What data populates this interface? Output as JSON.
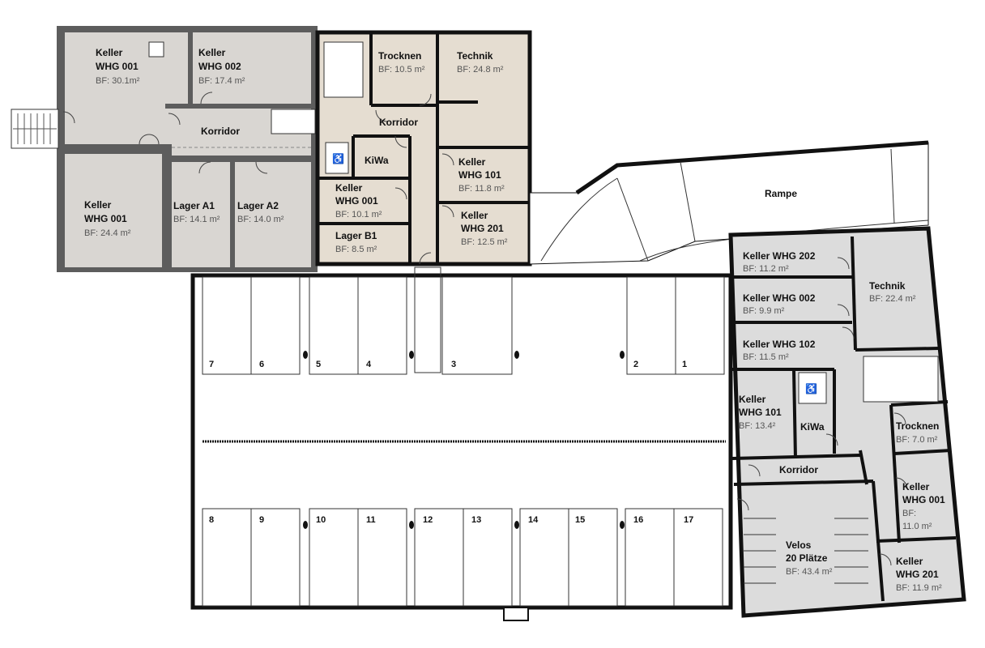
{
  "rooms": {
    "keller001_top": {
      "l1": "Keller",
      "l2": "WHG 001",
      "area": "BF: 30.1m²"
    },
    "keller002": {
      "l1": "Keller",
      "l2": "WHG 002",
      "area": "BF: 17.4 m²"
    },
    "korridor_left": {
      "l1": "Korridor"
    },
    "keller001_bottom": {
      "l1": "Keller",
      "l2": "WHG 001",
      "area": "BF: 24.4 m²"
    },
    "lager_a1": {
      "l1": "Lager A1",
      "area": "BF: 14.1 m²"
    },
    "lager_a2": {
      "l1": "Lager A2",
      "area": "BF: 14.0 m²"
    },
    "trocknen_mid": {
      "l1": "Trocknen",
      "area": "BF: 10.5 m²"
    },
    "technik_mid": {
      "l1": "Technik",
      "area": "BF: 24.8 m²"
    },
    "korridor_mid": {
      "l1": "Korridor"
    },
    "kiwa_mid": {
      "l1": "KiWa"
    },
    "keller101_mid": {
      "l1": "Keller",
      "l2": "WHG 101",
      "area": "BF: 11.8 m²"
    },
    "keller001_mid": {
      "l1": "Keller",
      "l2": "WHG 001",
      "area": "BF: 10.1 m²"
    },
    "lager_b1": {
      "l1": "Lager B1",
      "area": "BF: 8.5 m²"
    },
    "keller201_mid": {
      "l1": "Keller",
      "l2": "WHG 201",
      "area": "BF: 12.5 m²"
    },
    "rampe": {
      "l1": "Rampe"
    },
    "keller202_r": {
      "l1": "Keller WHG 202",
      "area": "BF: 11.2 m²"
    },
    "keller002_r": {
      "l1": "Keller WHG 002",
      "area": "BF: 9.9 m²"
    },
    "keller102_r": {
      "l1": "Keller WHG 102",
      "area": "BF: 11.5 m²"
    },
    "technik_r": {
      "l1": "Technik",
      "area": "BF: 22.4 m²"
    },
    "keller101_r": {
      "l1": "Keller",
      "l2": "WHG 101",
      "area": "BF: 13.4²"
    },
    "kiwa_r": {
      "l1": "KiWa"
    },
    "trocknen_r": {
      "l1": "Trocknen",
      "area": "BF: 7.0 m²"
    },
    "korridor_r": {
      "l1": "Korridor"
    },
    "keller001_r": {
      "l1": "Keller",
      "l2": "WHG 001",
      "l3": "BF:",
      "area": "11.0 m²"
    },
    "velos": {
      "l1": "Velos",
      "l2": "20 Plätze",
      "area": "BF: 43.4 m²"
    },
    "keller201_r": {
      "l1": "Keller",
      "l2": "WHG 201",
      "area": "BF: 11.9 m²"
    }
  },
  "parking": [
    "1",
    "2",
    "3",
    "4",
    "5",
    "6",
    "7",
    "8",
    "9",
    "10",
    "11",
    "12",
    "13",
    "14",
    "15",
    "16",
    "17"
  ]
}
